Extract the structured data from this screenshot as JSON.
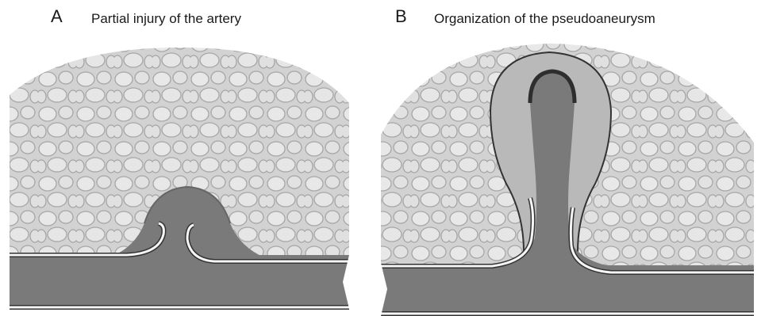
{
  "panels": [
    {
      "letter": "A",
      "title": "Partial injury of the artery"
    },
    {
      "letter": "B",
      "title": "Organization of the pseudoaneurysm"
    }
  ],
  "colors": {
    "tissue": "#d4d4d4",
    "cell": "#e6e6e6",
    "cell_edge": "#a8a8a8",
    "blood": "#7a7a7a",
    "blood_dark": "#5e5e5e",
    "wall": "#f4f4f4",
    "wall_shadow": "#333333",
    "organized_wall": "#b9b9b9"
  }
}
